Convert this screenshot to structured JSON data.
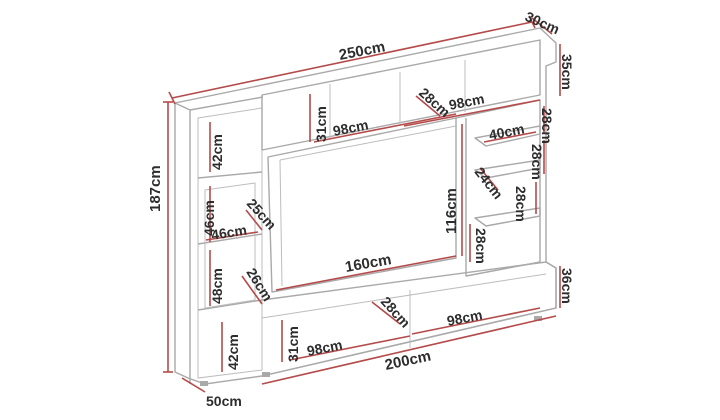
{
  "dimensions": {
    "total_width": "250cm",
    "depth_top": "30cm",
    "top_height": "35cm",
    "total_height": "187cm",
    "left_shelf_top": "42cm",
    "left_shelf_mid": "46cm",
    "left_shelf_mid_width": "46cm",
    "left_shelf_low": "48cm",
    "left_cabinet": "42cm",
    "base_depth": "50cm",
    "top_niche_height": "31cm",
    "top_niche_width_left": "98cm",
    "top_niche_depth": "28cm",
    "top_niche_width_right": "98cm",
    "tv_height": "116cm",
    "tv_width": "160cm",
    "diag_left_top": "25cm",
    "diag_left_low": "26cm",
    "right_shelf_width": "40cm",
    "right_shelf_gap_1": "28cm",
    "right_shelf_gap_2": "28cm",
    "right_shelf_gap_3": "28cm",
    "right_shelf_depth": "24cm",
    "right_shelf_lower": "28cm",
    "base_height": "36cm",
    "base_drawer_height": "31cm",
    "base_drawer_depth": "28cm",
    "base_drawer_width_left": "98cm",
    "base_drawer_width_right": "98cm",
    "base_width": "200cm"
  }
}
